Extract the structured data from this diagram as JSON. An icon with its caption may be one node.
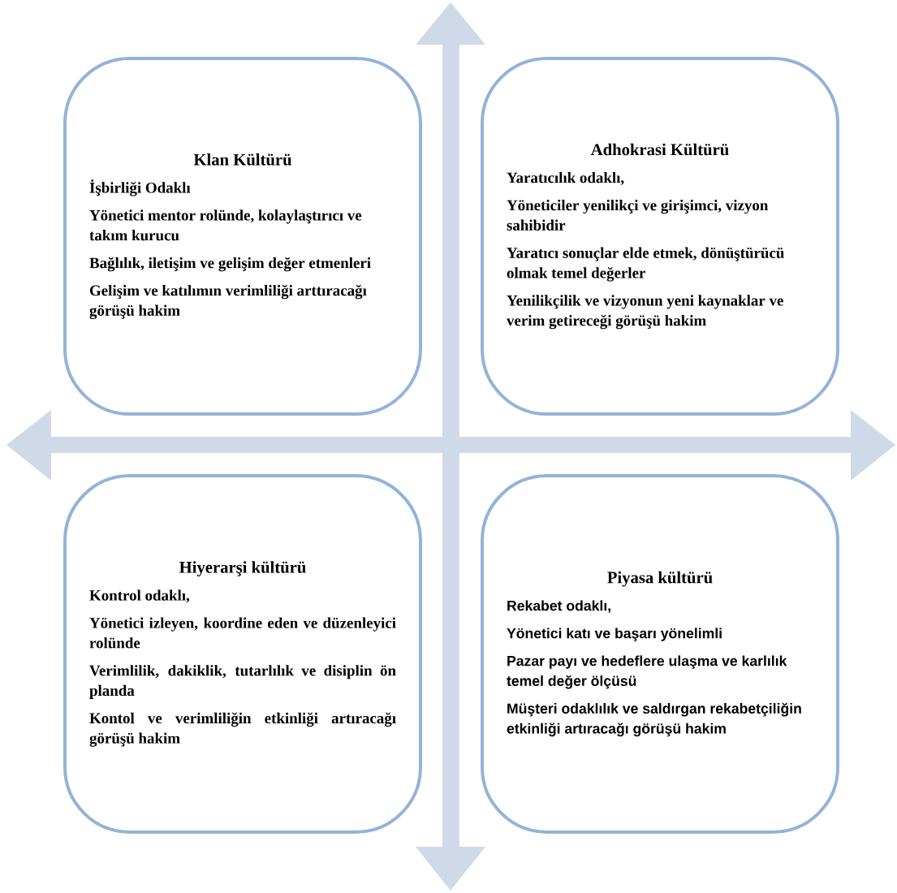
{
  "diagram": {
    "nodes": [
      {
        "text": [
          "Klan Kültürü",
          "İşbirliği Odaklı",
          "Yönetici mentor rolünde, kolaylaştırıcı ve takım kurucu",
          "Bağlılık, iletişim ve gelişim değer etmenleri",
          "Gelişim ve katılımın verimliliği arttıracağı görüşü hakim"
        ]
      },
      {
        "text": [
          "Adhokrasi Kültürü",
          "Yaratıcılık odaklı,",
          "Yöneticiler yenilikçi ve girişimci, vizyon sahibidir",
          "Yaratıcı sonuçlar elde etmek, dönüştürücü olmak temel değerler",
          "Yenilikçilik ve vizyonun yeni kaynaklar ve verim getireceği görüşü hakim"
        ]
      },
      {
        "text": [
          "Hiyerarşi kültürü",
          "Kontrol odaklı,",
          "Yönetici izleyen, koordine eden ve düzenleyici rolünde",
          "Verimlilik, dakiklik, tutarlılık ve disiplin ön planda",
          "Kontol ve verimliliğin etkinliği artıracağı görüşü hakim"
        ]
      },
      {
        "text": [
          "Piyasa kültürü",
          "Rekabet odaklı,",
          "Yönetici katı ve başarı yönelimli",
          "Pazar payı ve hedeflere ulaşma ve karlılık temel değer ölçüsü",
          "Müşteri odaklılık ve saldırgan rekabetçiliğin etkinliği artıracağı görüşü hakim"
        ]
      }
    ]
  }
}
